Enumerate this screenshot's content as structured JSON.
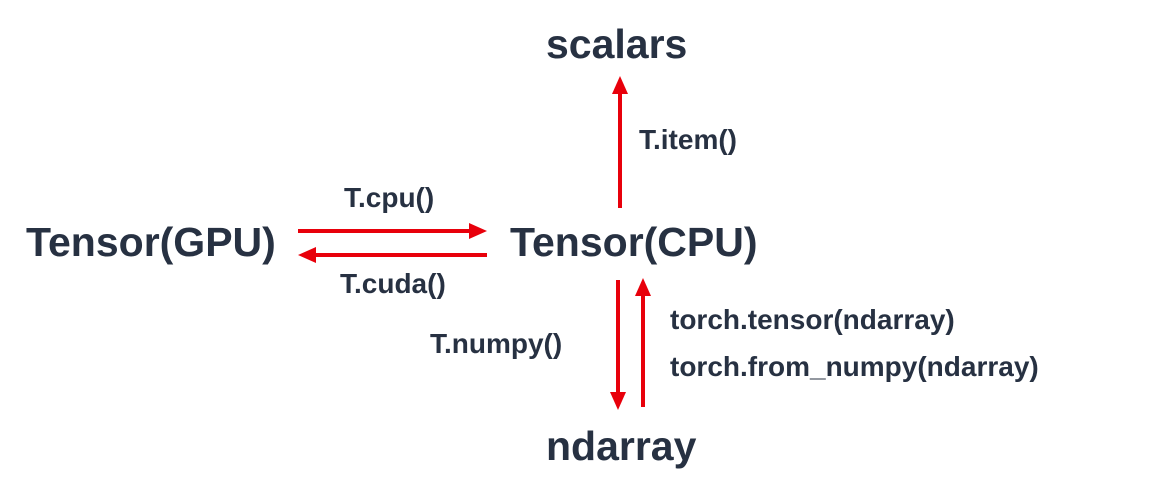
{
  "nodes": {
    "scalars": "scalars",
    "tensor_gpu": "Tensor(GPU)",
    "tensor_cpu": "Tensor(CPU)",
    "ndarray": "ndarray"
  },
  "edges": {
    "item": "T.item()",
    "cpu": "T.cpu()",
    "cuda": "T.cuda()",
    "numpy": "T.numpy()",
    "torch_tensor": "torch.tensor(ndarray)",
    "from_numpy": "torch.from_numpy(ndarray)"
  },
  "colors": {
    "arrow": "#e8000b",
    "text": "#273142"
  }
}
